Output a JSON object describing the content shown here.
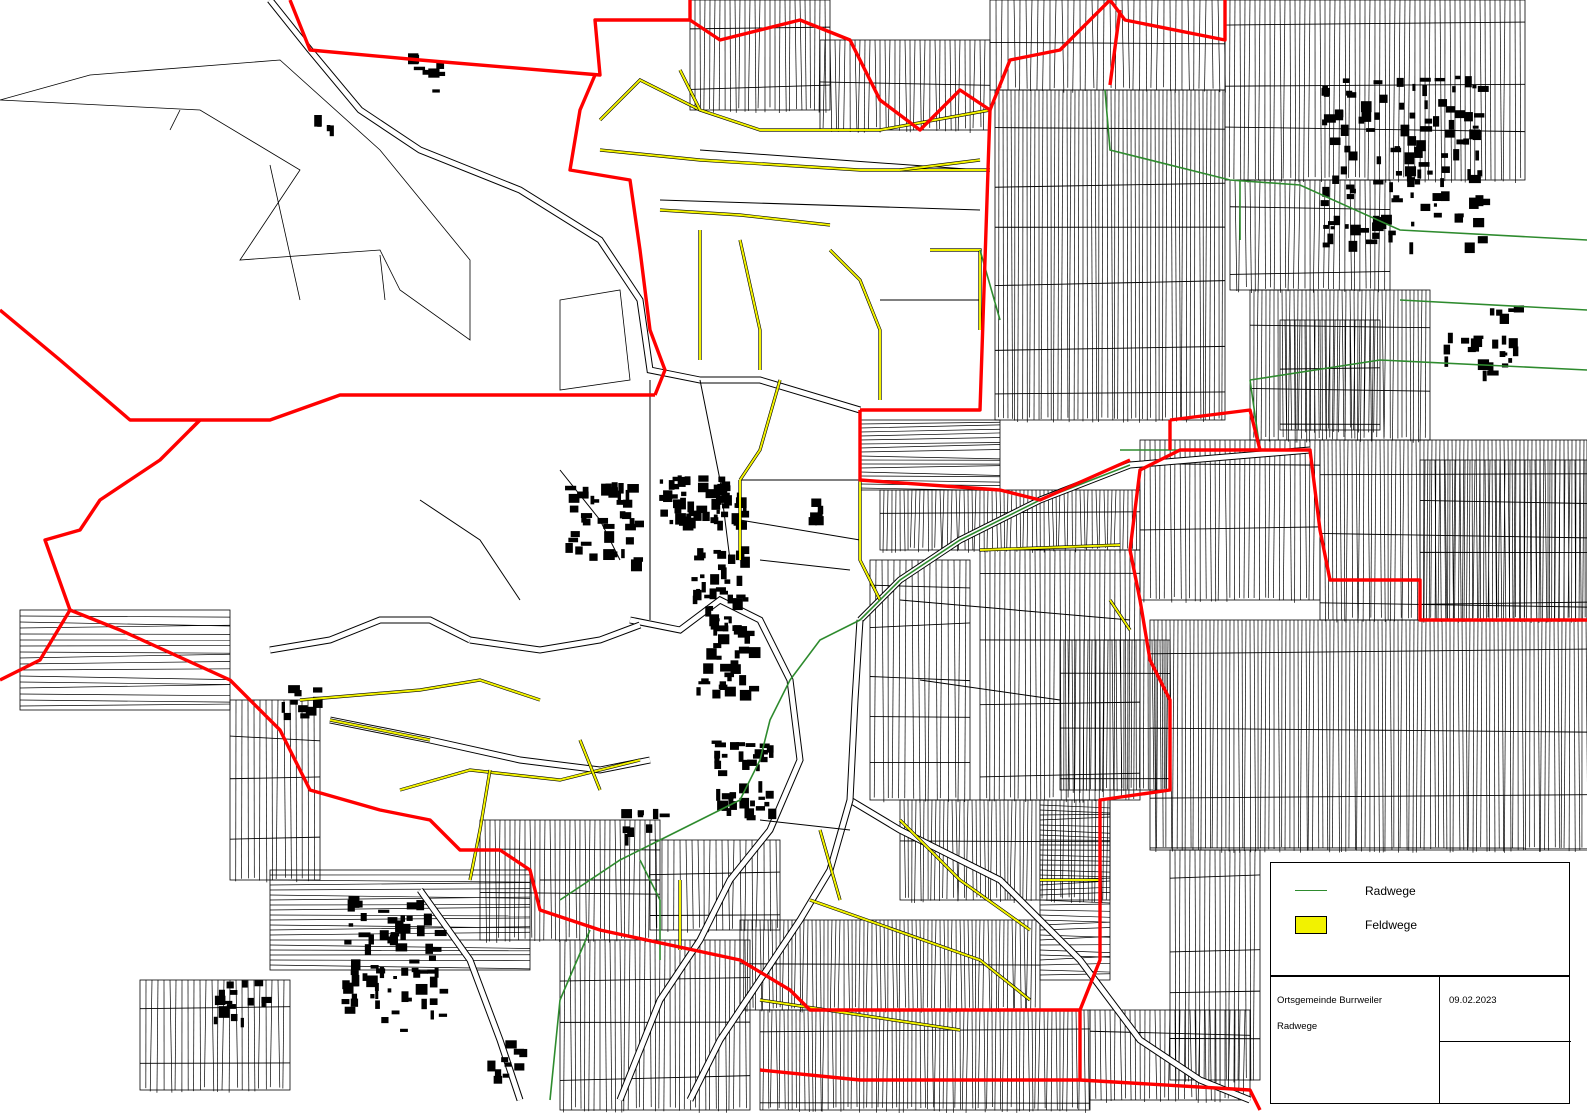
{
  "legend": {
    "items": [
      {
        "label": "Radwege",
        "symbol": "line",
        "color": "#2e8b2e"
      },
      {
        "label": "Feldwege",
        "symbol": "box",
        "color": "#f2f200"
      }
    ]
  },
  "title_block": {
    "municipality": "Ortsgemeinde Burrweiler",
    "subject": "Radwege",
    "date": "09.02.2023"
  },
  "colors": {
    "boundary": "#ff0000",
    "parcel_lines": "#000000",
    "field_paths": "#f2f200",
    "cycle_paths": "#2e8b2e",
    "background": "#ffffff"
  }
}
